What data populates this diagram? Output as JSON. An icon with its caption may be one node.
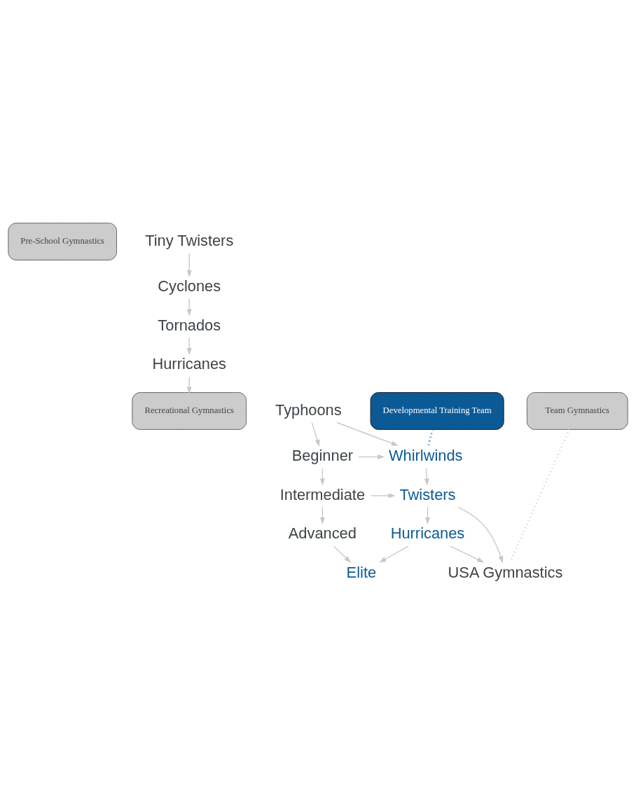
{
  "diagram": {
    "nodes": [
      {
        "text": [
          "Pre-School Gymnastics"
        ]
      },
      {
        "text": [
          "Tiny Twisters"
        ]
      },
      {
        "text": [
          "Cyclones"
        ]
      },
      {
        "text": [
          "Tornados"
        ]
      },
      {
        "text": [
          "Hurricanes"
        ]
      },
      {
        "text": [
          "Recreational Gymnastics"
        ]
      },
      {
        "text": [
          "Developmental Training Team"
        ]
      },
      {
        "text": [
          "Team Gymnastics"
        ]
      },
      {
        "text": [
          "Typhoons"
        ]
      },
      {
        "text": [
          "Beginner"
        ]
      },
      {
        "text": [
          "Intermediate"
        ]
      },
      {
        "text": [
          "Advanced"
        ]
      },
      {
        "text": [
          "Whirlwinds"
        ]
      },
      {
        "text": [
          "Twisters"
        ]
      },
      {
        "text": [
          "Hurricanes"
        ]
      },
      {
        "text": [
          "Elite"
        ]
      },
      {
        "text": [
          "USA Gymnastics"
        ]
      }
    ],
    "edges": [
      {
        "from": 1,
        "to": 2,
        "arrow": "to"
      },
      {
        "from": 2,
        "to": 3,
        "arrow": "to"
      },
      {
        "from": 3,
        "to": 4,
        "arrow": "to"
      },
      {
        "from": 4,
        "to": 5,
        "arrow": "to"
      },
      {
        "from": 6,
        "to": 12,
        "arrow": "none",
        "style": "dashed",
        "color": "#0b5a96"
      },
      {
        "from": 7,
        "to": 16,
        "arrow": "none",
        "style": "dashed"
      },
      {
        "from": 8,
        "to": 9,
        "arrow": "to"
      },
      {
        "from": 9,
        "to": 10,
        "arrow": "to"
      },
      {
        "from": 10,
        "to": 11,
        "arrow": "to"
      },
      {
        "from": 8,
        "to": 12,
        "arrow": "to"
      },
      {
        "from": 9,
        "to": 12,
        "arrow": "to"
      },
      {
        "from": 10,
        "to": 13,
        "arrow": "to"
      },
      {
        "from": 11,
        "to": 15,
        "arrow": "to"
      },
      {
        "from": 12,
        "to": 13,
        "arrow": "to"
      },
      {
        "from": 13,
        "to": 14,
        "arrow": "to"
      },
      {
        "from": 14,
        "to": 15,
        "arrow": "to"
      },
      {
        "from": 13,
        "to": 16,
        "arrow": "to"
      },
      {
        "from": 14,
        "to": 16,
        "arrow": "to"
      }
    ]
  }
}
